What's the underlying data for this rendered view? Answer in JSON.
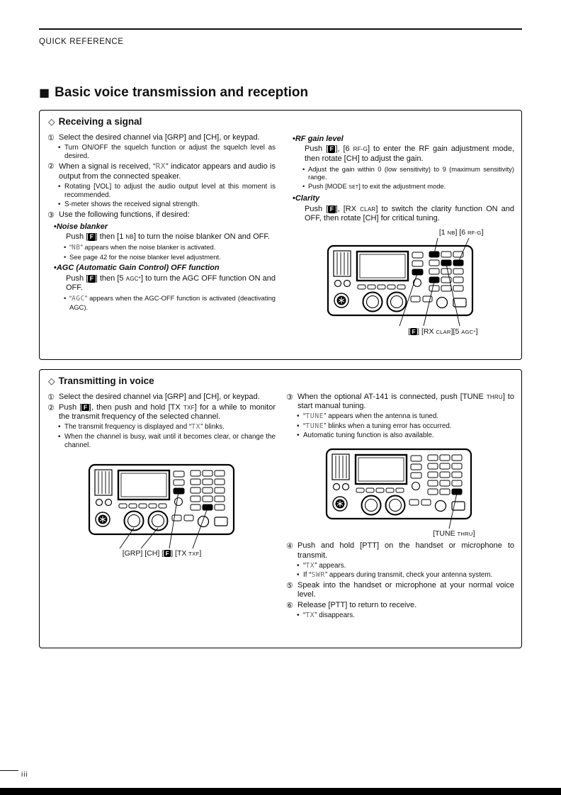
{
  "page": {
    "kicker": "QUICK REFERENCE",
    "title_marker": "■",
    "title": "Basic voice transmission and reception",
    "page_number": "iii"
  },
  "receiving": {
    "marker": "◇",
    "title": "Receiving a signal",
    "left_lines": [
      {
        "type": "step",
        "num": "①",
        "g": [
          {
            "s": "n",
            "t": "Select the desired channel via [GRP] and [CH], or keypad."
          }
        ]
      },
      {
        "type": "b1",
        "g": [
          {
            "s": "n",
            "t": "Turn ON/OFF the squelch function or adjust the squelch level as desired."
          }
        ]
      },
      {
        "type": "step",
        "num": "②",
        "g": [
          {
            "s": "n",
            "t": "When a signal is received, “"
          },
          {
            "s": "lcd",
            "t": "RX"
          },
          {
            "s": "n",
            "t": "” indicator appears and audio is output from the connected speaker."
          }
        ]
      },
      {
        "type": "b1",
        "g": [
          {
            "s": "n",
            "t": "Rotating [VOL] to adjust the audio output level at this moment is recommended."
          }
        ]
      },
      {
        "type": "b1",
        "g": [
          {
            "s": "n",
            "t": "S-meter shows the received signal strength."
          }
        ]
      },
      {
        "type": "step",
        "num": "③",
        "g": [
          {
            "s": "n",
            "t": "Use the following functions, if desired:"
          }
        ]
      },
      {
        "type": "fh",
        "g": [
          {
            "s": "bi",
            "t": "Noise blanker"
          }
        ]
      },
      {
        "type": "body",
        "g": [
          {
            "s": "n",
            "t": "Push ["
          },
          {
            "s": "f",
            "t": "F"
          },
          {
            "s": "n",
            "t": "] then [1 "
          },
          {
            "s": "sc",
            "t": "NB"
          },
          {
            "s": "n",
            "t": "] to turn the noise blanker ON and OFF."
          }
        ]
      },
      {
        "type": "b2",
        "g": [
          {
            "s": "n",
            "t": "“"
          },
          {
            "s": "lcd",
            "t": "NB"
          },
          {
            "s": "n",
            "t": "” appears when the noise blanker is activated."
          }
        ]
      },
      {
        "type": "b2",
        "g": [
          {
            "s": "n",
            "t": "See page 42 for the noise blanker level adjustment."
          }
        ]
      },
      {
        "type": "fh",
        "g": [
          {
            "s": "bi",
            "t": "AGC (Automatic Gain Control) OFF function"
          }
        ]
      },
      {
        "type": "body",
        "g": [
          {
            "s": "n",
            "t": "Push ["
          },
          {
            "s": "f",
            "t": "F"
          },
          {
            "s": "n",
            "t": "] then [5 "
          },
          {
            "s": "sc",
            "t": "AGC*"
          },
          {
            "s": "n",
            "t": "] to turn the AGC OFF function ON and OFF."
          }
        ]
      },
      {
        "type": "b2",
        "g": [
          {
            "s": "n",
            "t": "“"
          },
          {
            "s": "lcd",
            "t": "AGC"
          },
          {
            "s": "n",
            "t": "” appears when the AGC-OFF function is activated (deactivating AGC)."
          }
        ]
      }
    ],
    "right_lines": [
      {
        "type": "fh",
        "g": [
          {
            "s": "bi",
            "t": "RF gain level"
          }
        ]
      },
      {
        "type": "body",
        "g": [
          {
            "s": "n",
            "t": "Push ["
          },
          {
            "s": "f",
            "t": "F"
          },
          {
            "s": "n",
            "t": "], [6 "
          },
          {
            "s": "sc",
            "t": "RF-G"
          },
          {
            "s": "n",
            "t": "] to enter the RF gain adjustment mode, then rotate [CH] to adjust the gain."
          }
        ]
      },
      {
        "type": "b2",
        "g": [
          {
            "s": "n",
            "t": "Adjust the gain within 0 (low sensitivity) to 9 (maximum sensitivity) range."
          }
        ]
      },
      {
        "type": "b2",
        "g": [
          {
            "s": "n",
            "t": "Push [MODE "
          },
          {
            "s": "sc",
            "t": "SET"
          },
          {
            "s": "n",
            "t": "] to exit the adjustment mode."
          }
        ]
      },
      {
        "type": "fh",
        "g": [
          {
            "s": "bi",
            "t": "Clarity"
          }
        ]
      },
      {
        "type": "body",
        "g": [
          {
            "s": "n",
            "t": "Push ["
          },
          {
            "s": "f",
            "t": "F"
          },
          {
            "s": "n",
            "t": "], [RX "
          },
          {
            "s": "sc",
            "t": "CLAR"
          },
          {
            "s": "n",
            "t": "] to switch the clarity function ON and OFF, then rotate [CH] for critical tuning."
          }
        ]
      }
    ],
    "figure": {
      "top_label": [
        {
          "s": "n",
          "t": "[1 "
        },
        {
          "s": "sc",
          "t": "NB"
        },
        {
          "s": "n",
          "t": "] [6 "
        },
        {
          "s": "sc",
          "t": "RF-G"
        },
        {
          "s": "n",
          "t": "]"
        }
      ],
      "bottom_label": [
        {
          "s": "n",
          "t": "["
        },
        {
          "s": "f",
          "t": "F"
        },
        {
          "s": "n",
          "t": "] [RX "
        },
        {
          "s": "sc",
          "t": "CLAR"
        },
        {
          "s": "n",
          "t": "][5 "
        },
        {
          "s": "sc",
          "t": "AGC*"
        },
        {
          "s": "n",
          "t": "]"
        }
      ]
    }
  },
  "transmitting": {
    "marker": "◇",
    "title": "Transmitting in voice",
    "left_lines": [
      {
        "type": "step",
        "num": "①",
        "g": [
          {
            "s": "n",
            "t": "Select the desired channel via [GRP] and [CH], or keypad."
          }
        ]
      },
      {
        "type": "step",
        "num": "②",
        "g": [
          {
            "s": "n",
            "t": "Push ["
          },
          {
            "s": "f",
            "t": "F"
          },
          {
            "s": "n",
            "t": "], then push and hold [TX "
          },
          {
            "s": "sc",
            "t": "TXF"
          },
          {
            "s": "n",
            "t": "] for a while to monitor the transmit frequency of the selected channel."
          }
        ]
      },
      {
        "type": "b1",
        "g": [
          {
            "s": "n",
            "t": "The transmit frequency is displayed and “"
          },
          {
            "s": "lcd",
            "t": "TX"
          },
          {
            "s": "n",
            "t": "” blinks."
          }
        ]
      },
      {
        "type": "b1",
        "g": [
          {
            "s": "n",
            "t": "When the channel is busy, wait until it becomes clear, or change the channel."
          }
        ]
      }
    ],
    "left_figure_label": [
      {
        "s": "n",
        "t": "[GRP] [CH]   ["
      },
      {
        "s": "f",
        "t": "F"
      },
      {
        "s": "n",
        "t": "] [TX "
      },
      {
        "s": "sc",
        "t": "TXF"
      },
      {
        "s": "n",
        "t": "]"
      }
    ],
    "right_lines_before": [
      {
        "type": "step",
        "num": "③",
        "g": [
          {
            "s": "n",
            "t": "When the optional AT-141 is connected, push [TUNE "
          },
          {
            "s": "sc",
            "t": "THRU"
          },
          {
            "s": "n",
            "t": "] to start manual tuning."
          }
        ]
      },
      {
        "type": "b1",
        "g": [
          {
            "s": "n",
            "t": "“"
          },
          {
            "s": "lcd",
            "t": "TUNE"
          },
          {
            "s": "n",
            "t": "” appears when the antenna is tuned."
          }
        ]
      },
      {
        "type": "b1",
        "g": [
          {
            "s": "n",
            "t": "“"
          },
          {
            "s": "lcd",
            "t": "TUNE"
          },
          {
            "s": "n",
            "t": "” blinks when a tuning error has occurred."
          }
        ]
      },
      {
        "type": "b1",
        "g": [
          {
            "s": "n",
            "t": "Automatic tuning function is also available."
          }
        ]
      }
    ],
    "right_figure_label": [
      {
        "s": "n",
        "t": "[TUNE "
      },
      {
        "s": "sc",
        "t": "THRU"
      },
      {
        "s": "n",
        "t": "]"
      }
    ],
    "right_lines_after": [
      {
        "type": "step",
        "num": "④",
        "g": [
          {
            "s": "n",
            "t": "Push and hold [PTT] on the handset or microphone to transmit."
          }
        ]
      },
      {
        "type": "b1",
        "g": [
          {
            "s": "n",
            "t": "“"
          },
          {
            "s": "lcd",
            "t": "TX"
          },
          {
            "s": "n",
            "t": "” appears."
          }
        ]
      },
      {
        "type": "b1",
        "g": [
          {
            "s": "n",
            "t": "If “"
          },
          {
            "s": "lcd",
            "t": "SWR"
          },
          {
            "s": "n",
            "t": "” appears during transmit, check your antenna system."
          }
        ]
      },
      {
        "type": "step",
        "num": "⑤",
        "g": [
          {
            "s": "n",
            "t": "Speak into the handset or microphone at your normal voice level."
          }
        ]
      },
      {
        "type": "step",
        "num": "⑥",
        "g": [
          {
            "s": "n",
            "t": "Release [PTT] to return to receive."
          }
        ]
      },
      {
        "type": "b1",
        "g": [
          {
            "s": "n",
            "t": "“"
          },
          {
            "s": "lcd",
            "t": "TX"
          },
          {
            "s": "n",
            "t": "” disappears."
          }
        ]
      }
    ]
  }
}
